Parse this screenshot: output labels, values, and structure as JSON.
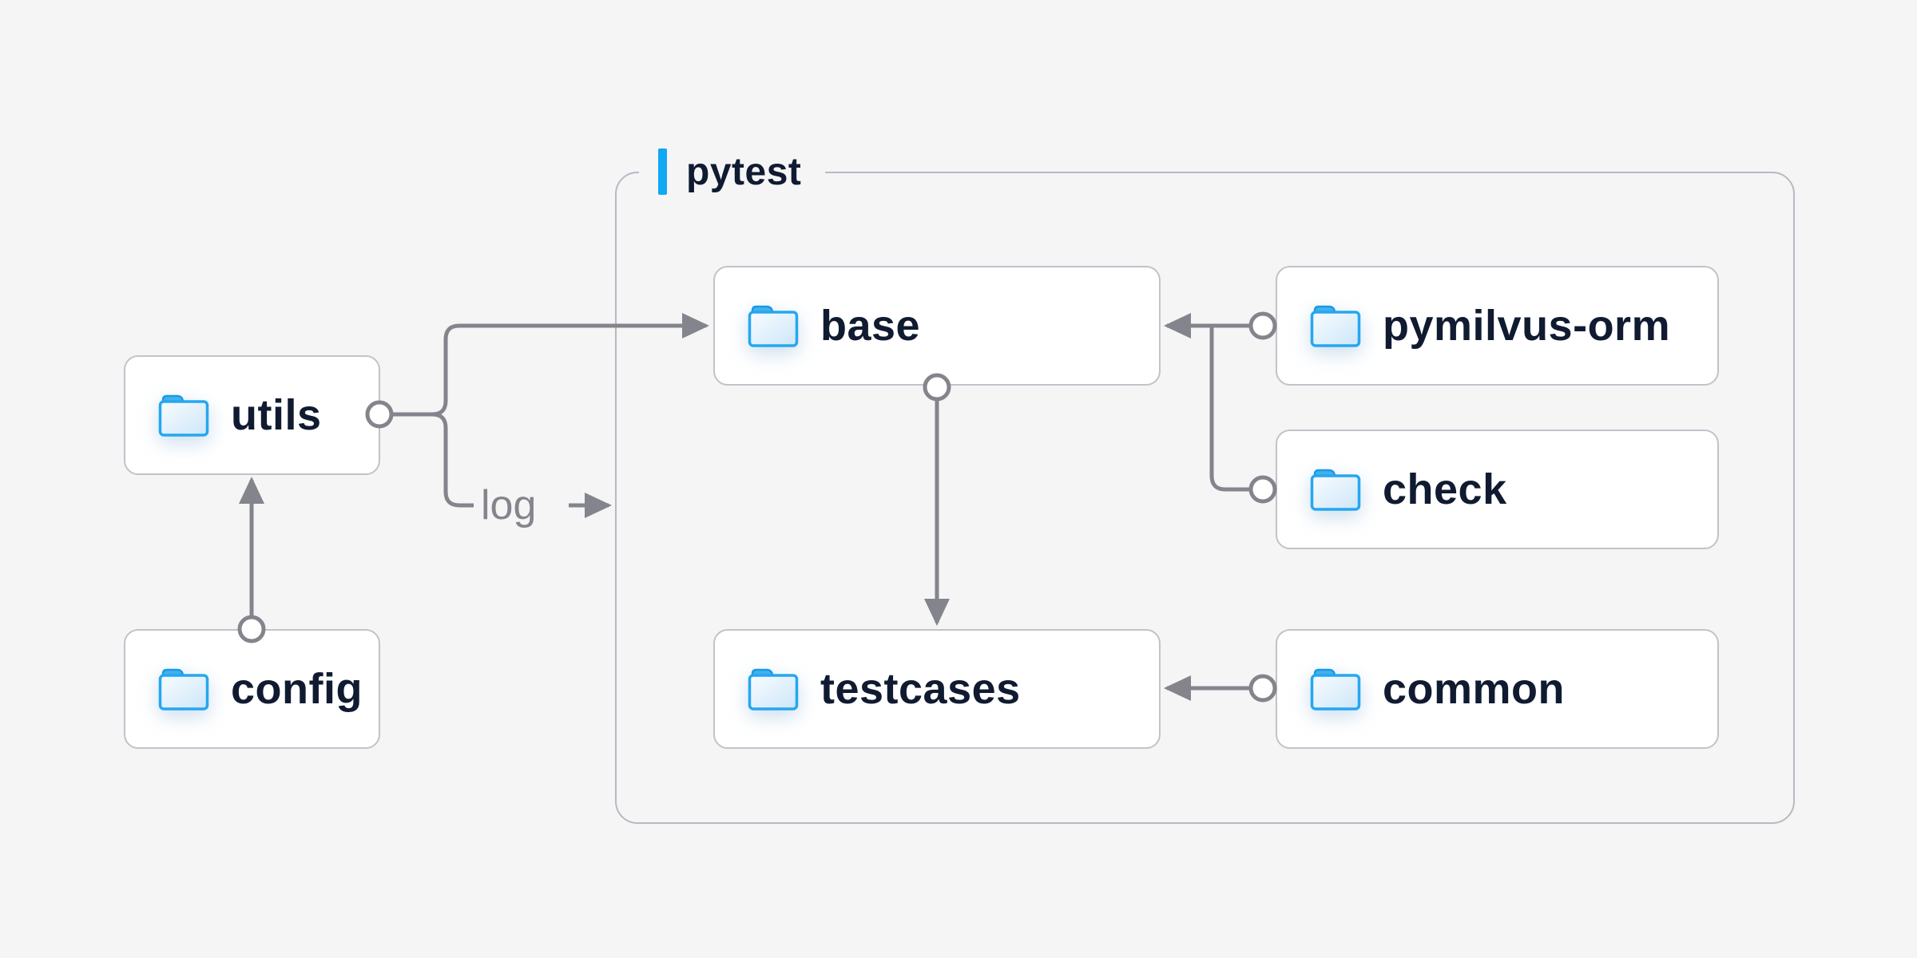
{
  "diagram": {
    "group": {
      "label": "pytest"
    },
    "nodes": [
      {
        "id": "utils",
        "label": "utils",
        "icon": "folder-icon"
      },
      {
        "id": "config",
        "label": "config",
        "icon": "folder-icon"
      },
      {
        "id": "base",
        "label": "base",
        "icon": "folder-icon"
      },
      {
        "id": "testcases",
        "label": "testcases",
        "icon": "folder-icon"
      },
      {
        "id": "pymilvus-orm",
        "label": "pymilvus-orm",
        "icon": "folder-icon"
      },
      {
        "id": "check",
        "label": "check",
        "icon": "folder-icon"
      },
      {
        "id": "common",
        "label": "common",
        "icon": "folder-icon"
      }
    ],
    "edges": [
      {
        "from": "config",
        "to": "utils",
        "label": ""
      },
      {
        "from": "utils",
        "to": "base",
        "label": ""
      },
      {
        "from": "utils",
        "to": "pytest-boundary",
        "label": "log"
      },
      {
        "from": "pymilvus-orm",
        "to": "base",
        "label": ""
      },
      {
        "from": "check",
        "to": "base",
        "label": ""
      },
      {
        "from": "base",
        "to": "testcases",
        "label": ""
      },
      {
        "from": "common",
        "to": "testcases",
        "label": ""
      }
    ],
    "colors": {
      "background": "#f5f5f6",
      "node_background": "#ffffff",
      "node_border": "#c2c2cb",
      "group_border": "#b9b9c4",
      "line_gray": "#84848d",
      "text_navy": "#101b31",
      "accent_blue": "#10a8f2",
      "folder_blue": "#25a7f0"
    }
  }
}
